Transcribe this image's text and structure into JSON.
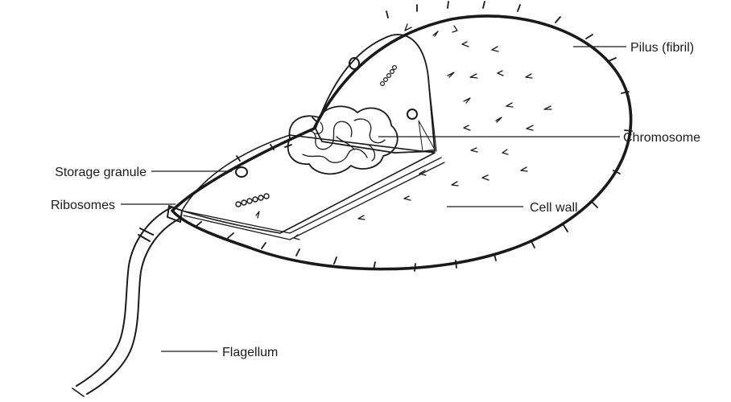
{
  "labels": {
    "pilus": "Pilus (fibril)",
    "chromosome": "Chromosome",
    "storage_granule": "Storage granule",
    "ribosomes": "Ribosomes",
    "cell_wall": "Cell wall",
    "flagellum": "Flagellum"
  }
}
